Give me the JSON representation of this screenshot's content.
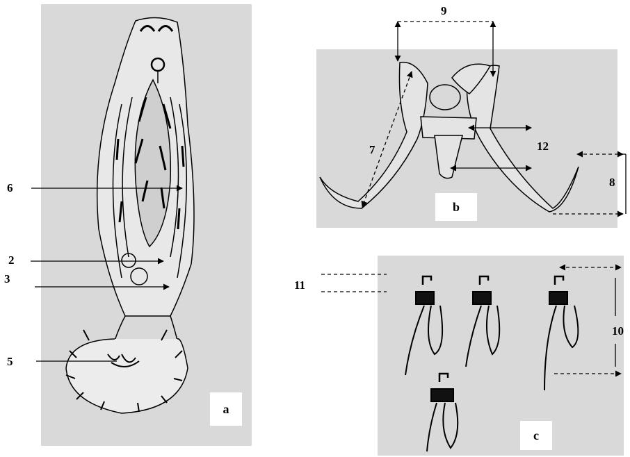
{
  "panels": {
    "a": {
      "tag": "a"
    },
    "b": {
      "tag": "b"
    },
    "c": {
      "tag": "c"
    }
  },
  "labels": {
    "l2": "2",
    "l3": "3",
    "l5": "5",
    "l6": "6",
    "l7": "7",
    "l8": "8",
    "l9": "9",
    "l10": "10",
    "l11": "11",
    "l12": "12"
  },
  "colors": {
    "panel_bg": "#d9d9d9",
    "ink": "#000000",
    "tag_bg": "#ffffff"
  }
}
